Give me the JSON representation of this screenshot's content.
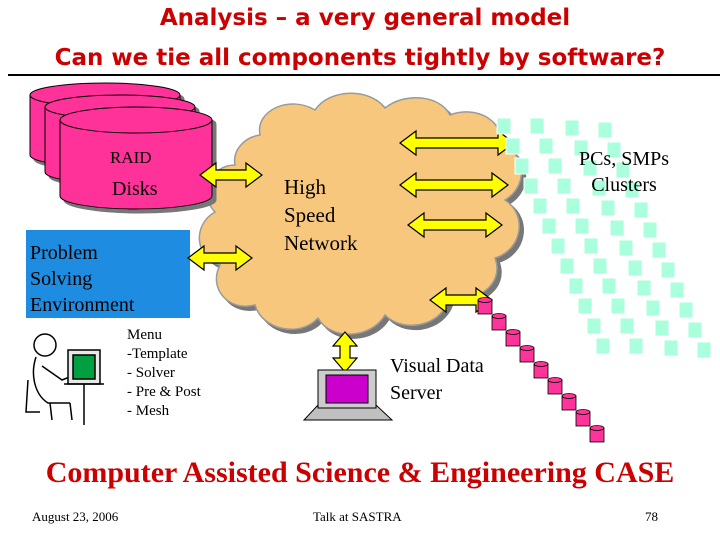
{
  "slide": {
    "title_line1": "Analysis – a very general model",
    "title_line2": "Can we tie all components tightly by software?",
    "raid_label": "RAID",
    "disks_label": "Disks",
    "pse_lines": [
      "Problem",
      "Solving",
      "Environment"
    ],
    "network_lines": [
      "High",
      "Speed",
      "Network"
    ],
    "cluster_lines": [
      "PCs, SMPs",
      "Clusters"
    ],
    "menu_lines": [
      "Menu",
      "-Template",
      "- Solver",
      "- Pre & Post",
      "- Mesh"
    ],
    "visual_lines": [
      "Visual Data",
      "Server"
    ],
    "caption": "Computer Assisted Science & Engineering CASE",
    "footer_date": "August 23, 2006",
    "footer_talk": "Talk at SASTRA",
    "footer_page": "78"
  },
  "colors": {
    "title": "#cc0000",
    "disk_fill": "#ff3399",
    "pse_box": "#1e8ce0",
    "cloud": "#f7c77e",
    "arrow": "#ffff00",
    "cluster_node": "#aaffdd",
    "server_disk": "#ff3399",
    "monitor": "#cc00cc"
  },
  "icons": [
    "cylinder-disk-icon",
    "cloud-icon",
    "double-arrow-icon",
    "monitor-icon",
    "person-at-computer-icon"
  ]
}
